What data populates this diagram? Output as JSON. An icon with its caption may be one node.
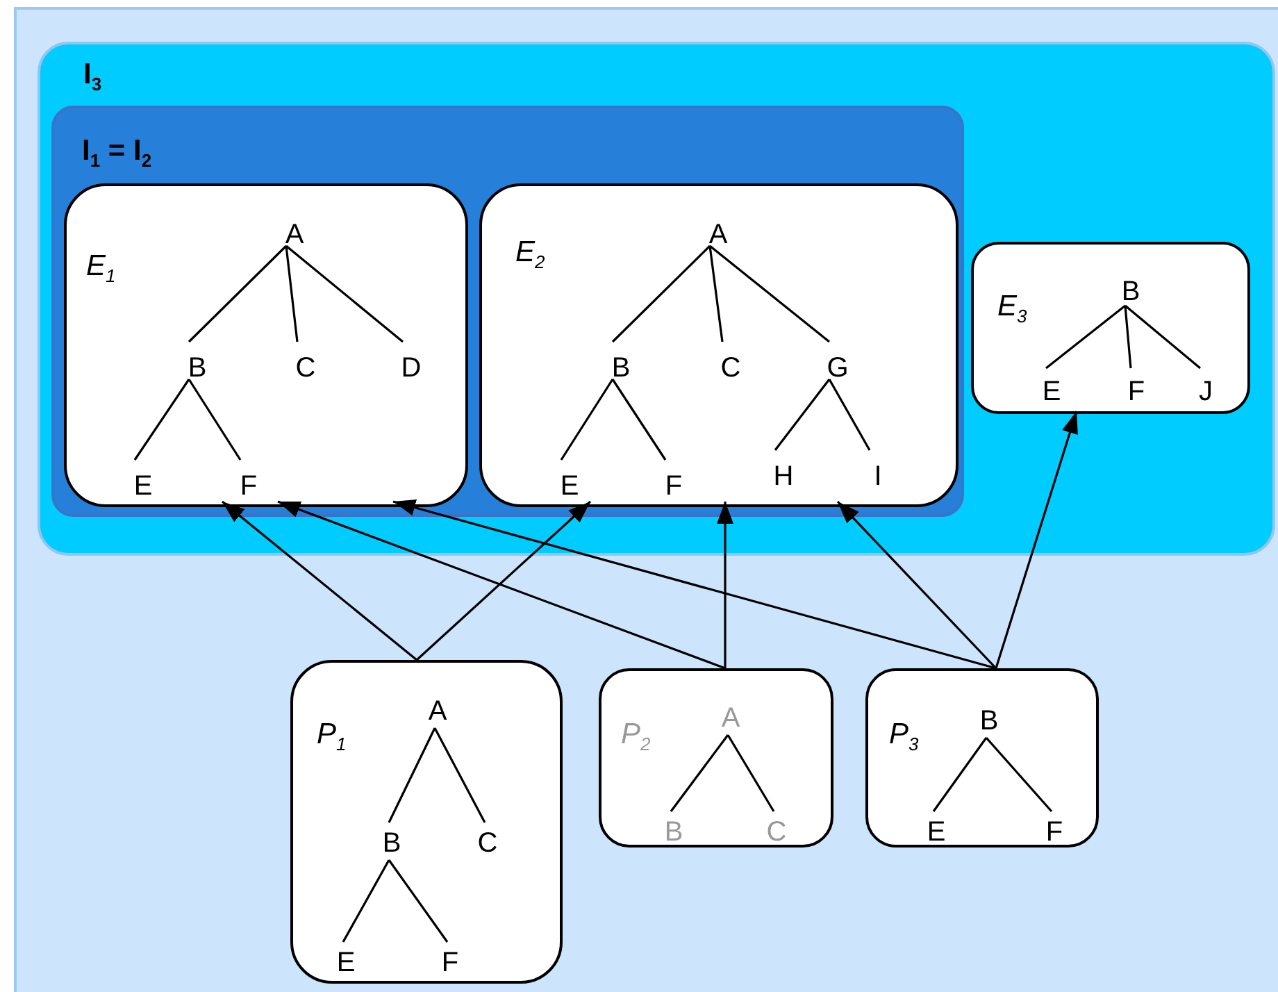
{
  "diagram": {
    "nodes": [
      {
        "text": [
          "I$_{3}$"
        ]
      },
      {
        "text": [
          "I$_{1}$ = I$_{2}$"
        ],
        "in": 0
      },
      {
        "text": [
          "E$_{1}$"
        ],
        "in": 1
      },
      {
        "text": [
          "A"
        ],
        "in": 2
      },
      {
        "text": [
          "B"
        ],
        "in": 2
      },
      {
        "text": [
          "C"
        ],
        "in": 2
      },
      {
        "text": [
          "D"
        ],
        "in": 2
      },
      {
        "text": [
          "E"
        ],
        "in": 2
      },
      {
        "text": [
          "F"
        ],
        "in": 2
      },
      {
        "text": [
          "E$_{2}$"
        ],
        "in": 1
      },
      {
        "text": [
          "A"
        ],
        "in": 9
      },
      {
        "text": [
          "B"
        ],
        "in": 9
      },
      {
        "text": [
          "C"
        ],
        "in": 9
      },
      {
        "text": [
          "G"
        ],
        "in": 9
      },
      {
        "text": [
          "E"
        ],
        "in": 9
      },
      {
        "text": [
          "F"
        ],
        "in": 9
      },
      {
        "text": [
          "H"
        ],
        "in": 9
      },
      {
        "text": [
          "I"
        ],
        "in": 9
      },
      {
        "text": [
          "E$_{3}$"
        ],
        "in": 0
      },
      {
        "text": [
          "B"
        ],
        "in": 18
      },
      {
        "text": [
          "E"
        ],
        "in": 18
      },
      {
        "text": [
          "F"
        ],
        "in": 18
      },
      {
        "text": [
          "J"
        ],
        "in": 18
      },
      {
        "text": [
          "P$_{1}$"
        ]
      },
      {
        "text": [
          "A"
        ],
        "in": 23
      },
      {
        "text": [
          "B"
        ],
        "in": 23
      },
      {
        "text": [
          "C"
        ],
        "in": 23
      },
      {
        "text": [
          "E"
        ],
        "in": 23
      },
      {
        "text": [
          "F"
        ],
        "in": 23
      },
      {
        "text": [
          "P$_{2}$"
        ]
      },
      {
        "text": [
          "A"
        ],
        "in": 29
      },
      {
        "text": [
          "B"
        ],
        "in": 29
      },
      {
        "text": [
          "C"
        ],
        "in": 29
      },
      {
        "text": [
          "P$_{3}$"
        ]
      },
      {
        "text": [
          "B"
        ],
        "in": 33
      },
      {
        "text": [
          "E"
        ],
        "in": 33
      },
      {
        "text": [
          "F"
        ],
        "in": 33
      }
    ],
    "edges": [
      {
        "from": 3,
        "to": 4,
        "arrow": "none"
      },
      {
        "from": 3,
        "to": 5,
        "arrow": "none"
      },
      {
        "from": 3,
        "to": 6,
        "arrow": "none"
      },
      {
        "from": 4,
        "to": 7,
        "arrow": "none"
      },
      {
        "from": 4,
        "to": 8,
        "arrow": "none"
      },
      {
        "from": 10,
        "to": 11,
        "arrow": "none"
      },
      {
        "from": 10,
        "to": 12,
        "arrow": "none"
      },
      {
        "from": 10,
        "to": 13,
        "arrow": "none"
      },
      {
        "from": 11,
        "to": 14,
        "arrow": "none"
      },
      {
        "from": 11,
        "to": 15,
        "arrow": "none"
      },
      {
        "from": 13,
        "to": 16,
        "arrow": "none"
      },
      {
        "from": 13,
        "to": 17,
        "arrow": "none"
      },
      {
        "from": 19,
        "to": 20,
        "arrow": "none"
      },
      {
        "from": 19,
        "to": 21,
        "arrow": "none"
      },
      {
        "from": 19,
        "to": 22,
        "arrow": "none"
      },
      {
        "from": 24,
        "to": 25,
        "arrow": "none"
      },
      {
        "from": 24,
        "to": 26,
        "arrow": "none"
      },
      {
        "from": 25,
        "to": 27,
        "arrow": "none"
      },
      {
        "from": 25,
        "to": 28,
        "arrow": "none"
      },
      {
        "from": 30,
        "to": 31,
        "arrow": "none"
      },
      {
        "from": 30,
        "to": 32,
        "arrow": "none"
      },
      {
        "from": 34,
        "to": 35,
        "arrow": "none"
      },
      {
        "from": 34,
        "to": 36,
        "arrow": "none"
      },
      {
        "from": 23,
        "to": 2,
        "arrow": "to"
      },
      {
        "from": 23,
        "to": 9,
        "arrow": "to"
      },
      {
        "from": 29,
        "to": 2,
        "arrow": "to"
      },
      {
        "from": 29,
        "to": 9,
        "arrow": "to"
      },
      {
        "from": 33,
        "to": 2,
        "arrow": "to"
      },
      {
        "from": 33,
        "to": 9,
        "arrow": "to"
      },
      {
        "from": 33,
        "to": 18,
        "arrow": "to"
      }
    ]
  }
}
